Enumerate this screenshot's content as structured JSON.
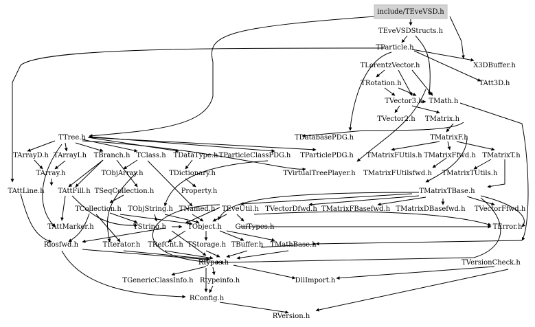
{
  "graph": {
    "root": "include/TEveVSD.h",
    "nodes": [
      "include/TEveVSD.h",
      "TEveVSDStructs.h",
      "TParticle.h",
      "X3DBuffer.h",
      "TLorentzVector.h",
      "TAtt3D.h",
      "TRotation.h",
      "TVector3.h",
      "TMath.h",
      "TVector2.h",
      "TMatrix.h",
      "TTree.h",
      "TDatabasePDG.h",
      "TMatrixF.h",
      "TArrayD.h",
      "TArrayI.h",
      "TBranch.h",
      "TClass.h",
      "TDataType.h",
      "TParticleClassPDG.h",
      "TParticlePDG.h",
      "TMatrixFUtils.h",
      "TMatrixFfwd.h",
      "TMatrixT.h",
      "TArray.h",
      "TDictionary.h",
      "TVirtualTreePlayer.h",
      "TMatrixFUtilsfwd.h",
      "TMatrixTUtils.h",
      "TAttLine.h",
      "TAttFill.h",
      "TSeqCollection.h",
      "Property.h",
      "TMatrixTBase.h",
      "TCollection.h",
      "TObjString.h",
      "TNamed.h",
      "TEveUtil.h",
      "TVectorDfwd.h",
      "TMatrixFBasefwd.h",
      "TMatrixDBasefwd.h",
      "TVectorFfwd.h",
      "TObjArray.h",
      "TAttMarker.h",
      "TString.h",
      "TObject.h",
      "GuiTypes.h",
      "TError.h",
      "Riosfwd.h",
      "TIterator.h",
      "TRefCnt.h",
      "TStorage.h",
      "TBuffer.h",
      "TMathBase.h",
      "Rtypes.h",
      "TVersionCheck.h",
      "TGenericClassInfo.h",
      "Rtypeinfo.h",
      "DllImport.h",
      "RConfig.h",
      "RVersion.h"
    ]
  }
}
